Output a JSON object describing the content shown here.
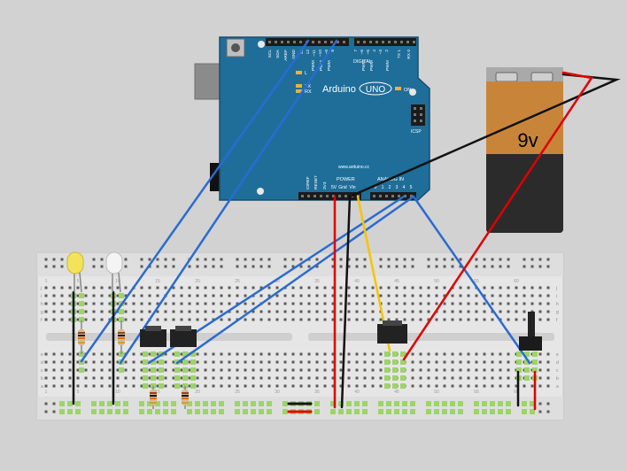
{
  "arduino": {
    "brand": "Arduino",
    "model": "UNO",
    "url": "www.arduino.cc",
    "on_label": "ON",
    "tx_label": "TX",
    "rx_label": "RX",
    "l_label": "L",
    "icsp_label": "ICSP",
    "digital_label": "DIGITAL",
    "power_label": "POWER",
    "analog_label": "ANALOG IN",
    "top_header_labels": [
      "SCL",
      "SDA",
      "AREF",
      "GND",
      "13",
      "12",
      "~11",
      "~10",
      "~9",
      "8",
      "7",
      "~6",
      "~5",
      "4",
      "~3",
      "2",
      "TX 1",
      "RX 0"
    ],
    "pwm_label": "PWM",
    "power_pin_labels": [
      "IOREF",
      "RESET",
      "3V3",
      "5V",
      "Gnd",
      "Vin"
    ],
    "analog_pin_labels": [
      "0",
      "1",
      "2",
      "3",
      "4",
      "5"
    ],
    "colors": {
      "board": "#1f6e9a",
      "board_dark": "#164f70",
      "usb": "#8b8b8b",
      "header": "#1b1b1b"
    }
  },
  "battery": {
    "label": "9v",
    "colors": {
      "body": "#2b2b2b",
      "label_band": "#c8853a",
      "top": "#a9a9a9"
    }
  },
  "breadboard": {
    "column_numbers_top": [
      "1",
      "5",
      "10",
      "15",
      "20",
      "25",
      "30",
      "35",
      "40",
      "45",
      "50",
      "55",
      "60"
    ],
    "row_letters": [
      "a",
      "b",
      "c",
      "d",
      "e",
      "f",
      "g",
      "h",
      "i",
      "j"
    ],
    "colors": {
      "board": "#e6e6e6",
      "hole": "#5a5a5a",
      "active": "#9ed36b"
    }
  },
  "leds": [
    {
      "name": "led-yellow",
      "color": "#f4e35a"
    },
    {
      "name": "led-white",
      "color": "#f4f4f4"
    }
  ],
  "wires": {
    "colors": {
      "blue": "#2a6bd1",
      "red": "#e00000",
      "black": "#111111",
      "yellow": "#f5c400"
    }
  }
}
